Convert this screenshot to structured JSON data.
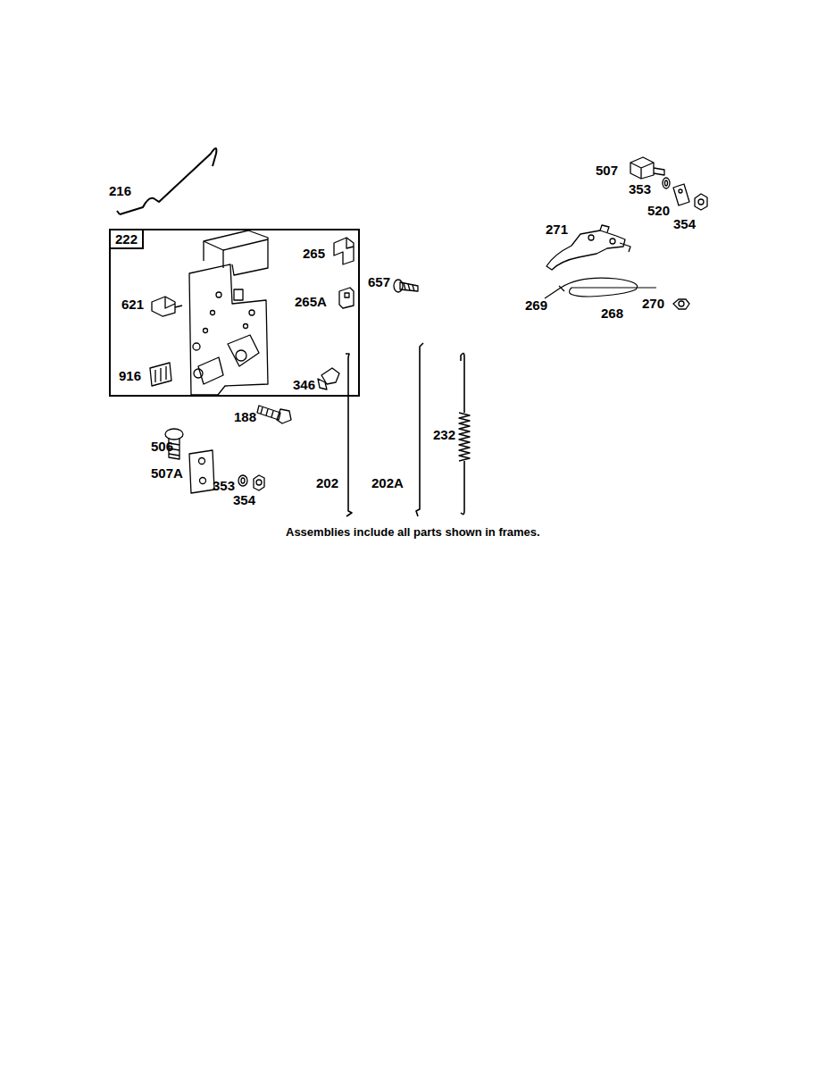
{
  "diagram": {
    "caption": "Assemblies include all parts shown in frames.",
    "nodes": [
      {
        "text": [
          "222"
        ]
      }
    ],
    "labels": [
      "216",
      "507",
      "353",
      "520",
      "354",
      "271",
      "265",
      "657",
      "621",
      "265A",
      "269",
      "268",
      "270",
      "916",
      "346",
      "188",
      "232",
      "506",
      "507A",
      "202",
      "202A",
      "353",
      "354"
    ]
  }
}
